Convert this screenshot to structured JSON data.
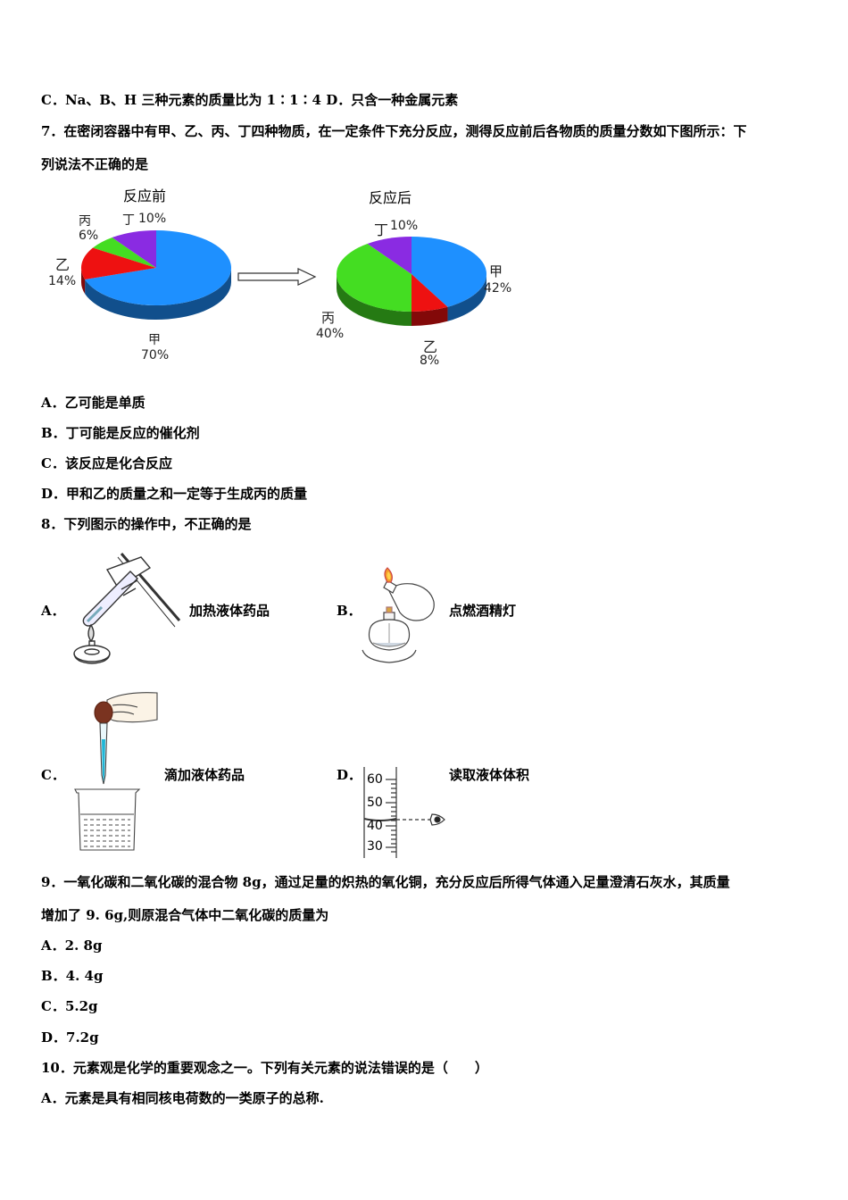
{
  "lines": {
    "q6_cd": "C．Na、B、H 三种元素的质量比为 1∶1∶4 D．只含一种金属元素",
    "q7_stem_1": "7．在密闭容器中有甲、乙、丙、丁四种物质，在一定条件下充分反应，测得反应前后各物质的质量分数如下图所示：下",
    "q7_stem_2": "列说法不正确的是",
    "q7_a": "A．乙可能是单质",
    "q7_b": "B．丁可能是反应的催化剂",
    "q7_c": "C．该反应是化合反应",
    "q7_d": "D．甲和乙的质量之和一定等于生成丙的质量",
    "q8_stem": "8．下列图示的操作中，不正确的是",
    "q9_stem_1": "9．一氧化碳和二氧化碳的混合物 8g，通过足量的炽热的氧化铜，充分反应后所得气体通入足量澄清石灰水，其质量",
    "q9_stem_2": "增加了 9. 6g,则原混合气体中二氧化碳的质量为",
    "q9_a": "A．2. 8g",
    "q9_b": "B．4. 4g",
    "q9_c": "C．5.2g",
    "q9_d": "D．7.2g",
    "q10_stem": "10．元素观是化学的重要观念之一。下列有关元素的说法错误的是（　　）",
    "q10_a": "A．元素是具有相同核电荷数的一类原子的总称."
  },
  "q8_options": {
    "a_letter": "A．",
    "a_label": "加热液体药品",
    "b_letter": "B．",
    "b_label": "点燃酒精灯",
    "c_letter": "C．",
    "c_label": "滴加液体药品",
    "d_letter": "D．",
    "d_label": "读取液体体积",
    "cylinder_ticks": [
      "60",
      "50",
      "40",
      "30"
    ]
  },
  "chart_data": [
    {
      "type": "pie",
      "title": "反应前",
      "slices": [
        {
          "name": "甲",
          "label": "70%",
          "value": 70,
          "color": "#1e90ff"
        },
        {
          "name": "乙",
          "label": "14%",
          "value": 14,
          "color": "#ee1111"
        },
        {
          "name": "丙",
          "label": "6%",
          "value": 6,
          "color": "#44dd22"
        },
        {
          "name": "丁",
          "label": "10%",
          "value": 10,
          "color": "#8a2be2"
        }
      ]
    },
    {
      "type": "pie",
      "title": "反应后",
      "slices": [
        {
          "name": "甲",
          "label": "42%",
          "value": 42,
          "color": "#1e90ff"
        },
        {
          "name": "乙",
          "label": "8%",
          "value": 8,
          "color": "#ee1111"
        },
        {
          "name": "丙",
          "label": "40%",
          "value": 40,
          "color": "#44dd22"
        },
        {
          "name": "丁",
          "label": "10%",
          "value": 10,
          "color": "#8a2be2"
        }
      ]
    }
  ]
}
